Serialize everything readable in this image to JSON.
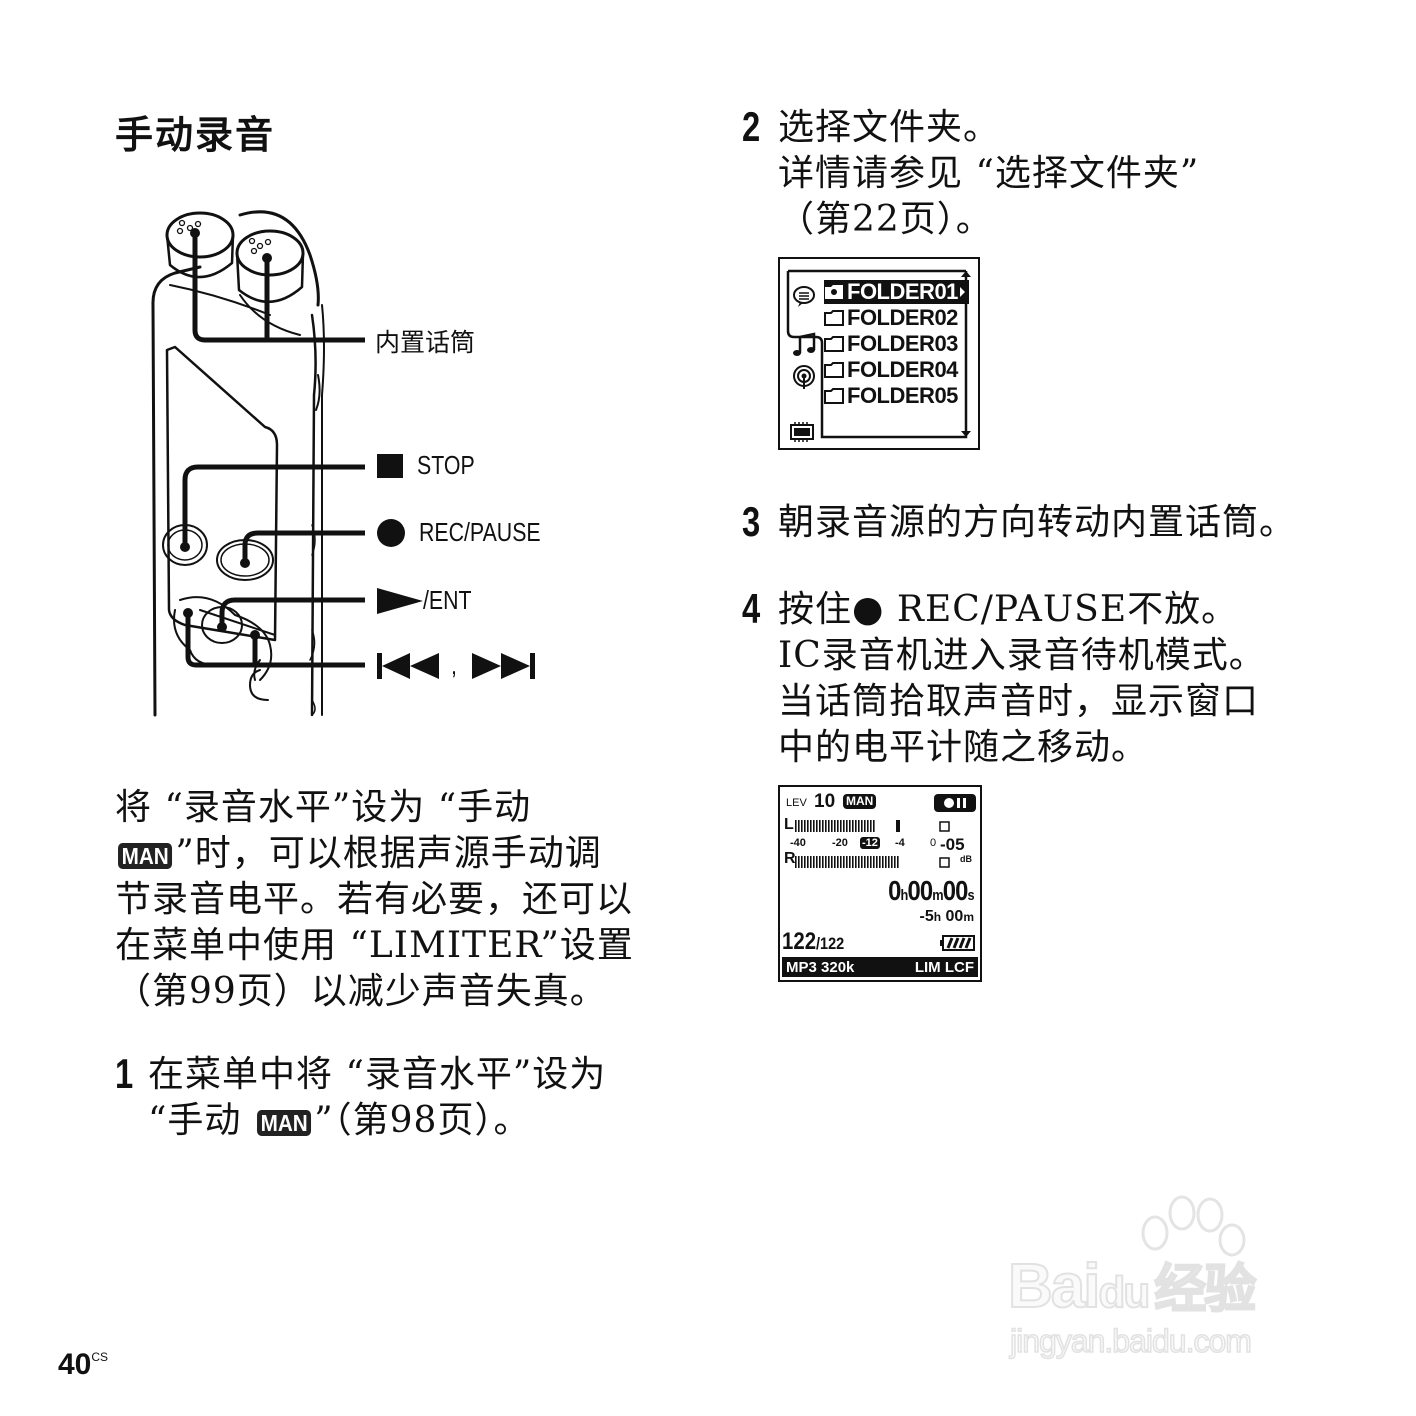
{
  "page": {
    "section_title": "手动录音",
    "page_number": "40",
    "page_suffix": "CS"
  },
  "device_diagram": {
    "labels": {
      "builtin_mic": "内置话筒",
      "stop": "STOP",
      "rec_pause": "REC/PAUSE",
      "play_ent": "/ENT",
      "skip_separator": ","
    },
    "icons": [
      "stop-square-icon",
      "record-circle-icon",
      "play-triangle-icon",
      "previous-track-icon",
      "next-track-icon"
    ]
  },
  "intro": {
    "lines": [
      "将 “录音水平”设为 “手动",
      "”时，可以根据声源手动调",
      "节录音电平。若有必要，还可以",
      "在菜单中使用 “LIMITER”设置",
      "（第99页）以减少声音失真。"
    ],
    "man_badge": "MAN"
  },
  "steps": [
    {
      "number": "1",
      "lines": [
        "在菜单中将 “录音水平”设为",
        "“手动 ",
        "”（第98页）。"
      ],
      "man_badge": "MAN"
    },
    {
      "number": "2",
      "lines": [
        "选择文件夹。",
        "详情请参见 “选择文件夹”",
        "（第22页）。"
      ]
    },
    {
      "number": "3",
      "lines": [
        "朝录音源的方向转动内置话筒。"
      ]
    },
    {
      "number": "4",
      "lines": [
        "按住● REC/PAUSE不放。",
        "IC录音机进入录音待机模式。",
        "当话筒拾取声音时，显示窗口",
        "中的电平计随之移动。"
      ]
    }
  ],
  "folder_screen": {
    "folders": [
      "FOLDER01",
      "FOLDER02",
      "FOLDER03",
      "FOLDER04",
      "FOLDER05"
    ],
    "selected_index": 0,
    "side_icons": [
      "voice-bubble-icon",
      "music-note-icon",
      "podcast-icon",
      "memory-card-icon"
    ]
  },
  "level_screen": {
    "lev_label": "LEV",
    "lev_value": "10",
    "mode_badge": "MAN",
    "ch_left": "L",
    "ch_right": "R",
    "scale": [
      "-40",
      "-20",
      "-12",
      "-4",
      "0"
    ],
    "peak_db": "-05",
    "db_unit": "dB",
    "elapsed": {
      "h": "0",
      "h_unit": "h",
      "m": "00",
      "m_unit": "m",
      "s": "00",
      "s_unit": "s"
    },
    "remaining": {
      "h": "-5",
      "h_unit": "h",
      "m": "00",
      "m_unit": "m"
    },
    "file_index": "122",
    "file_total": "/122",
    "format": "MP3 320k",
    "flags": "LIM LCF"
  },
  "watermark": {
    "brand": "Bai",
    "brand_paw": "du",
    "brand_cn": "经验",
    "url": "jingyan.baidu.com"
  }
}
